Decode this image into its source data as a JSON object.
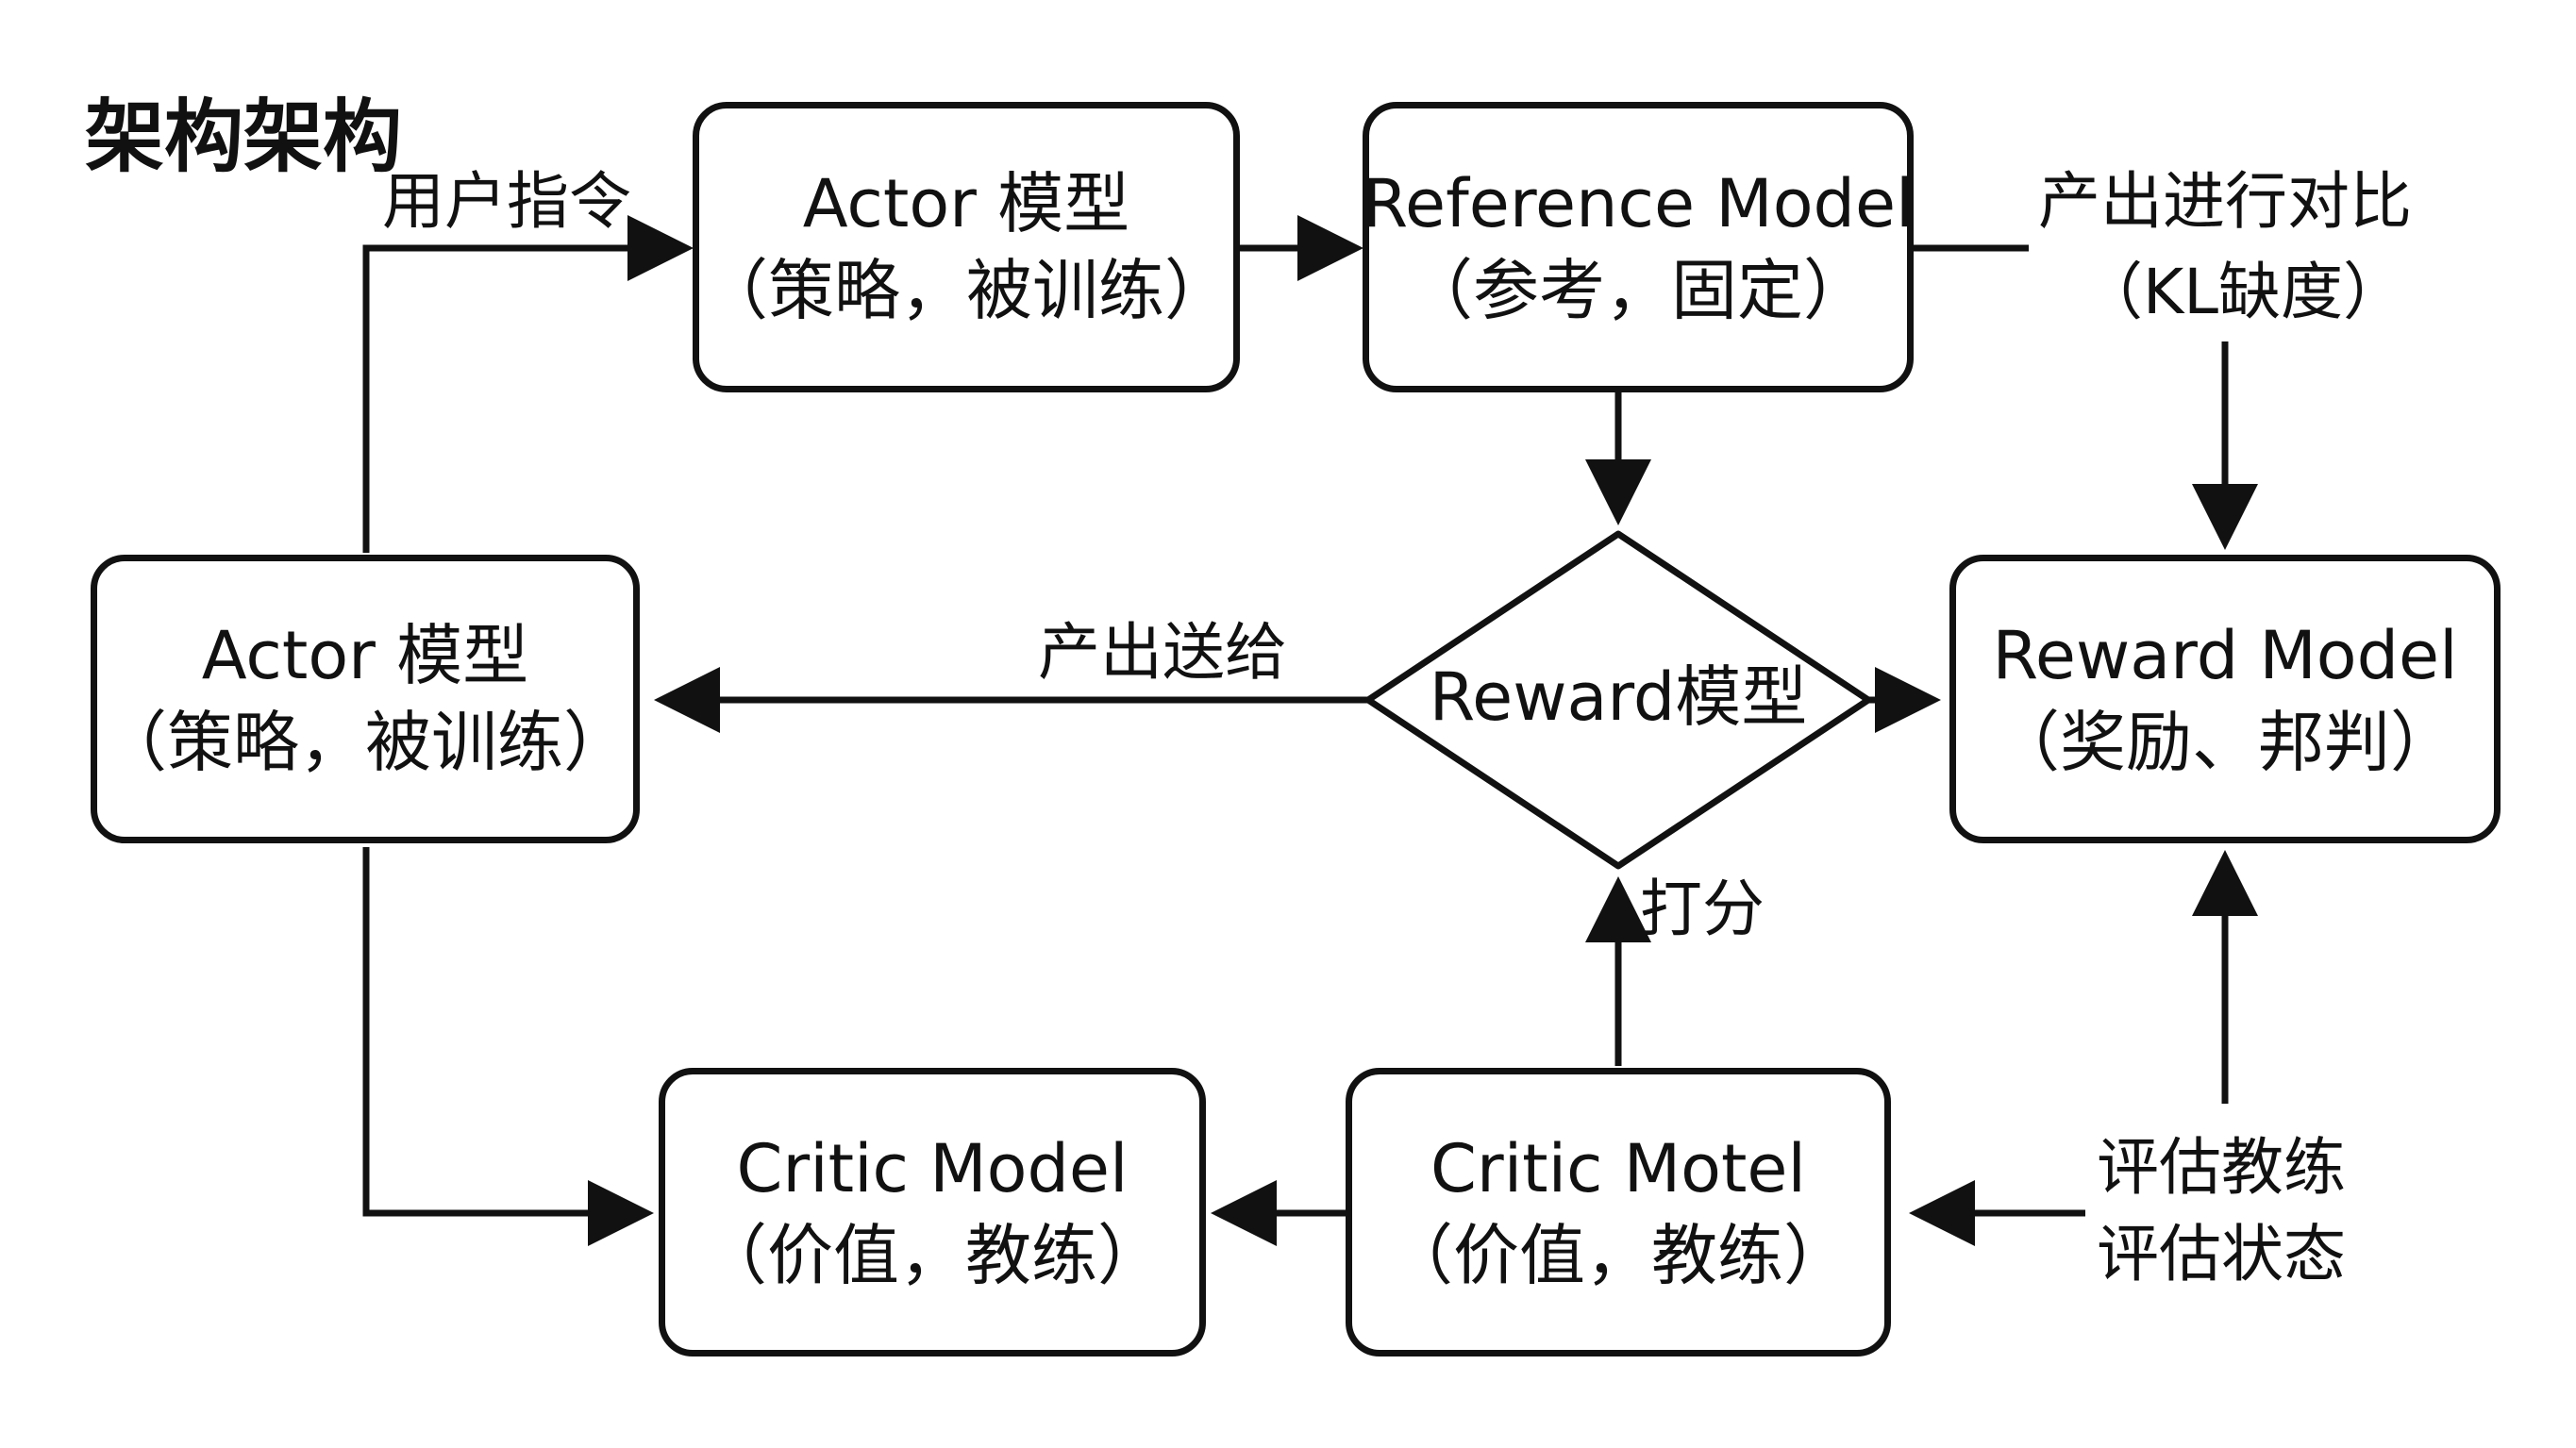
{
  "title": "架构架构",
  "nodes": {
    "actor_top": {
      "line1": "Actor 模型",
      "line2": "（策略，被训练）"
    },
    "reference": {
      "line1": "Reference Model",
      "line2": "（参考，固定）"
    },
    "actor_left": {
      "line1": "Actor 模型",
      "line2": "（策略，被训练）"
    },
    "reward_diamond": {
      "label": "Reward模型"
    },
    "reward_model": {
      "line1": "Reward Model",
      "line2": "（奖励、邦判）"
    },
    "critic_left": {
      "line1": "Critic Model",
      "line2": "（价值，教练）"
    },
    "critic_right": {
      "line1": "Critic Motel",
      "line2": "（价值，教练）"
    }
  },
  "edge_labels": {
    "user_instruction": "用户指令",
    "output_compare": "产出进行对比",
    "kl": "（KL缺度）",
    "output_send": "产出送给",
    "score": "打分",
    "eval_train": "评估教练",
    "eval_state": "评估状态"
  }
}
